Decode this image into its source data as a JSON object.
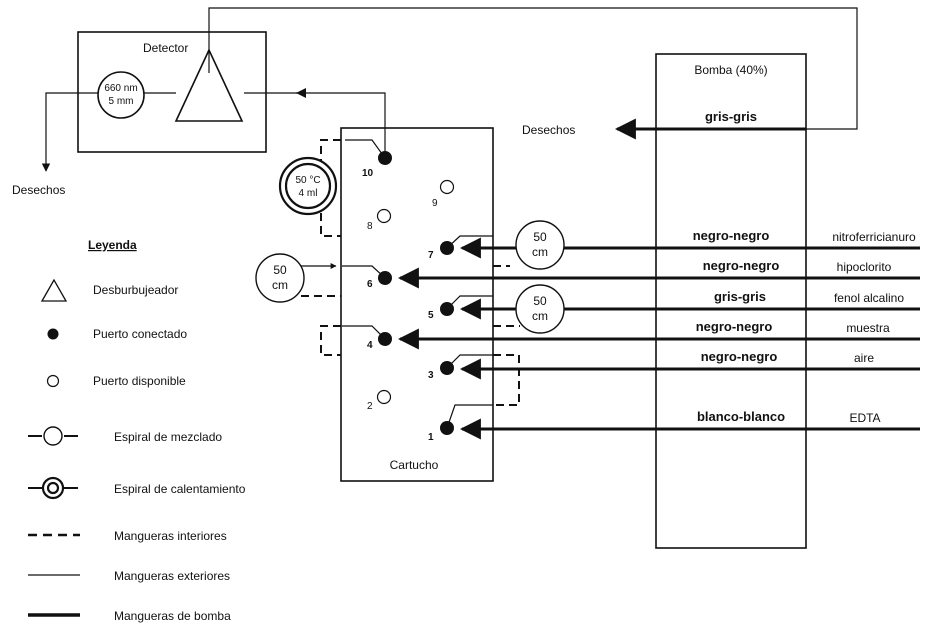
{
  "detector": {
    "title": "Detector",
    "wavelength": "660 nm",
    "path_length": "5 mm"
  },
  "pump": {
    "title": "Bomba (40%)",
    "tubes": [
      {
        "tube": "gris-gris",
        "reagent": ""
      },
      {
        "tube": "negro-negro",
        "reagent": "nitroferricianuro"
      },
      {
        "tube": "negro-negro",
        "reagent": "hipoclorito"
      },
      {
        "tube": "gris-gris",
        "reagent": "fenol alcalino"
      },
      {
        "tube": "negro-negro",
        "reagent": "muestra"
      },
      {
        "tube": "negro-negro",
        "reagent": "aire"
      },
      {
        "tube": "blanco-blanco",
        "reagent": "EDTA"
      }
    ]
  },
  "waste": {
    "top": "Desechos",
    "left": "Desechos"
  },
  "cartridge": {
    "label": "Cartucho",
    "ports": [
      "10",
      "9",
      "8",
      "7",
      "6",
      "5",
      "4",
      "3",
      "2",
      "1"
    ]
  },
  "heating_coil": {
    "temp": "50 °C",
    "volume": "4 ml"
  },
  "mixing_coils": [
    {
      "length": "50",
      "unit": "cm"
    },
    {
      "length": "50",
      "unit": "cm"
    },
    {
      "length": "50",
      "unit": "cm"
    }
  ],
  "legend": {
    "title": "Leyenda",
    "items": [
      {
        "icon": "triangle-icon",
        "label": "Desburbujeador"
      },
      {
        "icon": "filled-circle-icon",
        "label": "Puerto conectado"
      },
      {
        "icon": "open-circle-icon",
        "label": "Puerto disponible"
      },
      {
        "icon": "mixing-coil-icon",
        "label": "Espiral de mezclado"
      },
      {
        "icon": "heating-coil-icon",
        "label": "Espiral de calentamiento"
      },
      {
        "icon": "dashed-line-icon",
        "label": "Mangueras interiores"
      },
      {
        "icon": "thin-line-icon",
        "label": "Mangueras exteriores"
      },
      {
        "icon": "thick-line-icon",
        "label": "Mangueras de bomba"
      }
    ]
  }
}
